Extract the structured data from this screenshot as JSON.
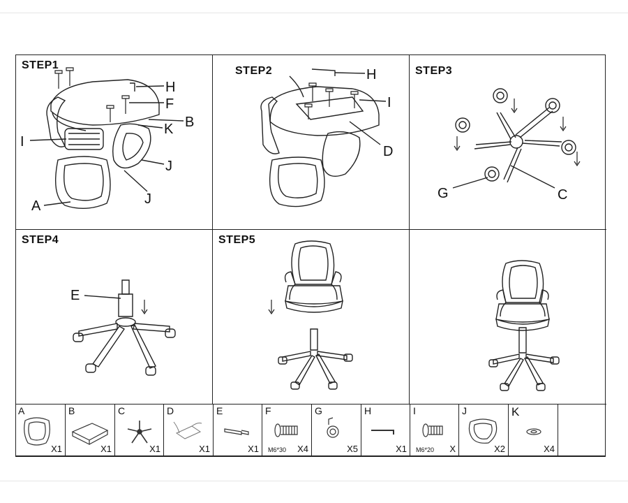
{
  "steps": [
    {
      "title": "STEP1",
      "labels": [
        "H",
        "F",
        "B",
        "K",
        "I",
        "J",
        "J",
        "A"
      ]
    },
    {
      "title": "STEP2",
      "labels": [
        "H",
        "I",
        "D"
      ]
    },
    {
      "title": "STEP3",
      "labels": [
        "G",
        "C"
      ]
    },
    {
      "title": "STEP4",
      "labels": [
        "E"
      ]
    },
    {
      "title": "STEP5",
      "labels": []
    },
    {
      "title": "",
      "labels": []
    }
  ],
  "parts": [
    {
      "letter": "A",
      "qty": "X1",
      "spec": ""
    },
    {
      "letter": "B",
      "qty": "X1",
      "spec": ""
    },
    {
      "letter": "C",
      "qty": "X1",
      "spec": ""
    },
    {
      "letter": "D",
      "qty": "X1",
      "spec": ""
    },
    {
      "letter": "E",
      "qty": "X1",
      "spec": ""
    },
    {
      "letter": "F",
      "qty": "X4",
      "spec": "M6*30"
    },
    {
      "letter": "G",
      "qty": "X5",
      "spec": ""
    },
    {
      "letter": "H",
      "qty": "X1",
      "spec": ""
    },
    {
      "letter": "I",
      "qty": "X",
      "spec": "M6*20"
    },
    {
      "letter": "J",
      "qty": "X2",
      "spec": ""
    },
    {
      "letter": "K",
      "qty": "X4",
      "spec": ""
    }
  ]
}
